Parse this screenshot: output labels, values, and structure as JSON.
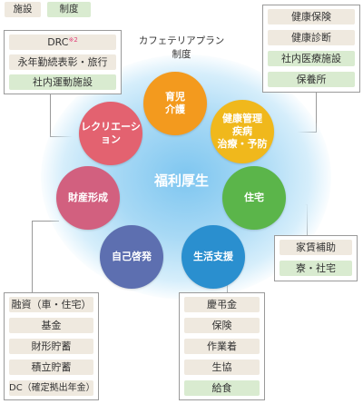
{
  "legend": {
    "facility": {
      "label": "施設",
      "color": "#efe9df"
    },
    "system": {
      "label": "制度",
      "color": "#d9ebd0"
    }
  },
  "cafeteria_plan": {
    "line1": "カフェテリアプラン",
    "line2": "制度"
  },
  "center": {
    "label": "福利厚生"
  },
  "categories": [
    {
      "lines": [
        "育児",
        "介護"
      ],
      "color": "#f39a1e"
    },
    {
      "lines": [
        "健康管理",
        "疾病",
        "治療・予防"
      ],
      "color": "#f0b81c"
    },
    {
      "lines": [
        "住宅"
      ],
      "color": "#5bb54a"
    },
    {
      "lines": [
        "生活支援"
      ],
      "color": "#2a8fcf"
    },
    {
      "lines": [
        "自己啓発"
      ],
      "color": "#5d6fb0"
    },
    {
      "lines": [
        "財産形成"
      ],
      "color": "#d2607f"
    },
    {
      "lines": [
        "レクリエーション"
      ],
      "color": "#e36270"
    }
  ],
  "panels": {
    "top_left": [
      {
        "text": "DRC",
        "sup": "※2",
        "kind": "beige"
      },
      {
        "text": "永年勤続表彰・旅行",
        "kind": "beige"
      },
      {
        "text": "社内運動施設",
        "kind": "green"
      }
    ],
    "top_right": [
      {
        "text": "健康保険",
        "kind": "beige"
      },
      {
        "text": "健康診断",
        "kind": "beige"
      },
      {
        "text": "社内医療施設",
        "kind": "green"
      },
      {
        "text": "保養所",
        "kind": "green"
      }
    ],
    "mid_right": [
      {
        "text": "家賃補助",
        "kind": "beige"
      },
      {
        "text": "寮・社宅",
        "kind": "green"
      }
    ],
    "bottom_left": [
      {
        "text": "融資（車・住宅）",
        "kind": "beige"
      },
      {
        "text": "基金",
        "kind": "beige"
      },
      {
        "text": "財形貯蓄",
        "kind": "beige"
      },
      {
        "text": "積立貯蓄",
        "kind": "beige"
      },
      {
        "text": "DC（確定拠出年金）",
        "kind": "beige"
      }
    ],
    "bottom_center": [
      {
        "text": "慶弔金",
        "kind": "beige"
      },
      {
        "text": "保険",
        "kind": "beige"
      },
      {
        "text": "作業着",
        "kind": "beige"
      },
      {
        "text": "生協",
        "kind": "beige"
      },
      {
        "text": "給食",
        "kind": "green"
      }
    ]
  }
}
